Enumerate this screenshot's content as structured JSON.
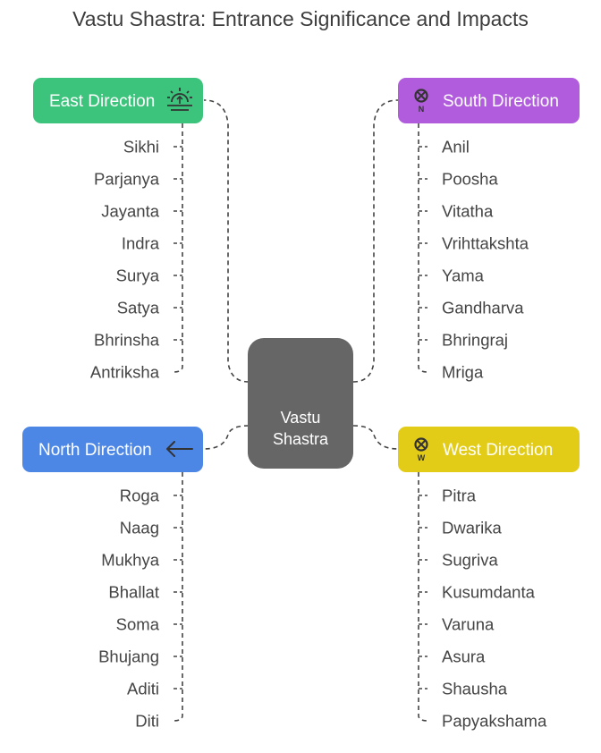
{
  "title": "Vastu Shastra: Entrance Significance and Impacts",
  "center": {
    "line1": "Vastu",
    "line2": "Shastra",
    "color": "#666666"
  },
  "branches": [
    {
      "id": "east",
      "label": "East Direction",
      "color": "#3cc47c",
      "icon": "sunrise-icon",
      "items": [
        "Sikhi",
        "Parjanya",
        "Jayanta",
        "Indra",
        "Surya",
        "Satya",
        "Bhrinsha",
        "Antriksha"
      ]
    },
    {
      "id": "south",
      "label": "South Direction",
      "color": "#b05cdc",
      "icon": "compass-north-icon",
      "icon_letter": "N",
      "items": [
        "Anil",
        "Poosha",
        "Vitatha",
        "Vrihttakshta",
        "Yama",
        "Gandharva",
        "Bhringraj",
        "Mriga"
      ]
    },
    {
      "id": "north",
      "label": "North Direction",
      "color": "#4d87e6",
      "icon": "arrow-left-icon",
      "items": [
        "Roga",
        "Naag",
        "Mukhya",
        "Bhallat",
        "Soma",
        "Bhujang",
        "Aditi",
        "Diti"
      ]
    },
    {
      "id": "west",
      "label": "West Direction",
      "color": "#e2cc17",
      "icon": "compass-west-icon",
      "icon_letter": "W",
      "items": [
        "Pitra",
        "Dwarika",
        "Sugriva",
        "Kusumdanta",
        "Varuna",
        "Asura",
        "Shausha",
        "Papyakshama"
      ]
    }
  ]
}
